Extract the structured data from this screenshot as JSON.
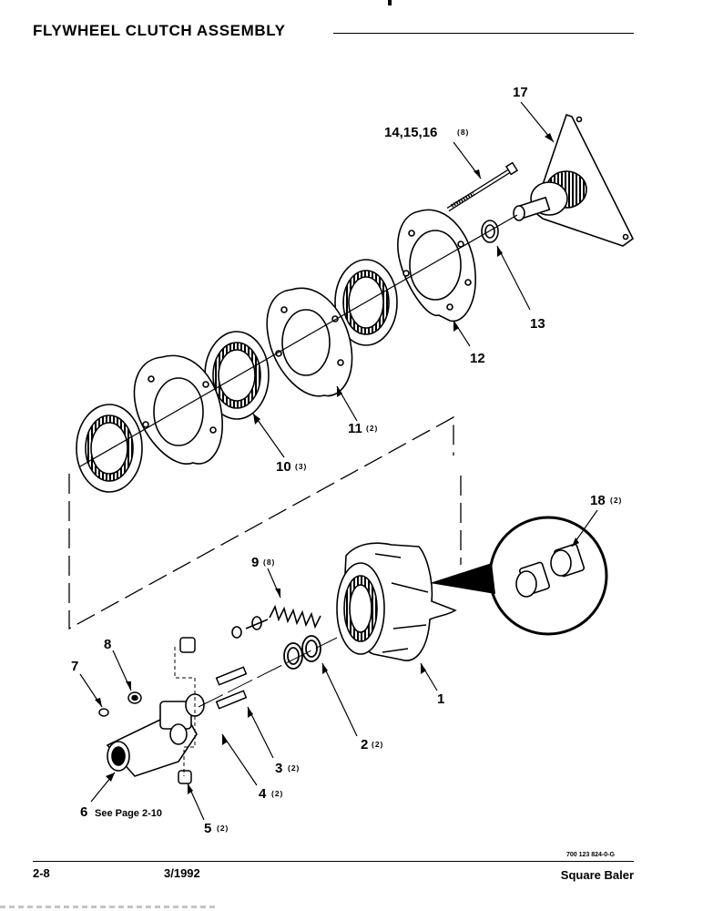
{
  "header": {
    "title": "FLYWHEEL CLUTCH ASSEMBLY"
  },
  "callouts": {
    "c1": "1",
    "c2": "2",
    "c2q": "(2)",
    "c3": "3",
    "c3q": "(2)",
    "c4": "4",
    "c4q": "(2)",
    "c5": "5",
    "c5q": "(2)",
    "c6": "6",
    "c6see": "See Page 2-10",
    "c7": "7",
    "c8": "8",
    "c9": "9",
    "c9q": "(8)",
    "c10": "10",
    "c10q": "(3)",
    "c11": "11",
    "c11q": "(2)",
    "c12": "12",
    "c13": "13",
    "c14": "14,15,16",
    "c14q": "(8)",
    "c17": "17",
    "c18": "18",
    "c18q": "(2)"
  },
  "footer": {
    "doc_number": "700 123 824-0-G",
    "page": "2-8",
    "date": "3/1992",
    "product": "Square Baler"
  }
}
